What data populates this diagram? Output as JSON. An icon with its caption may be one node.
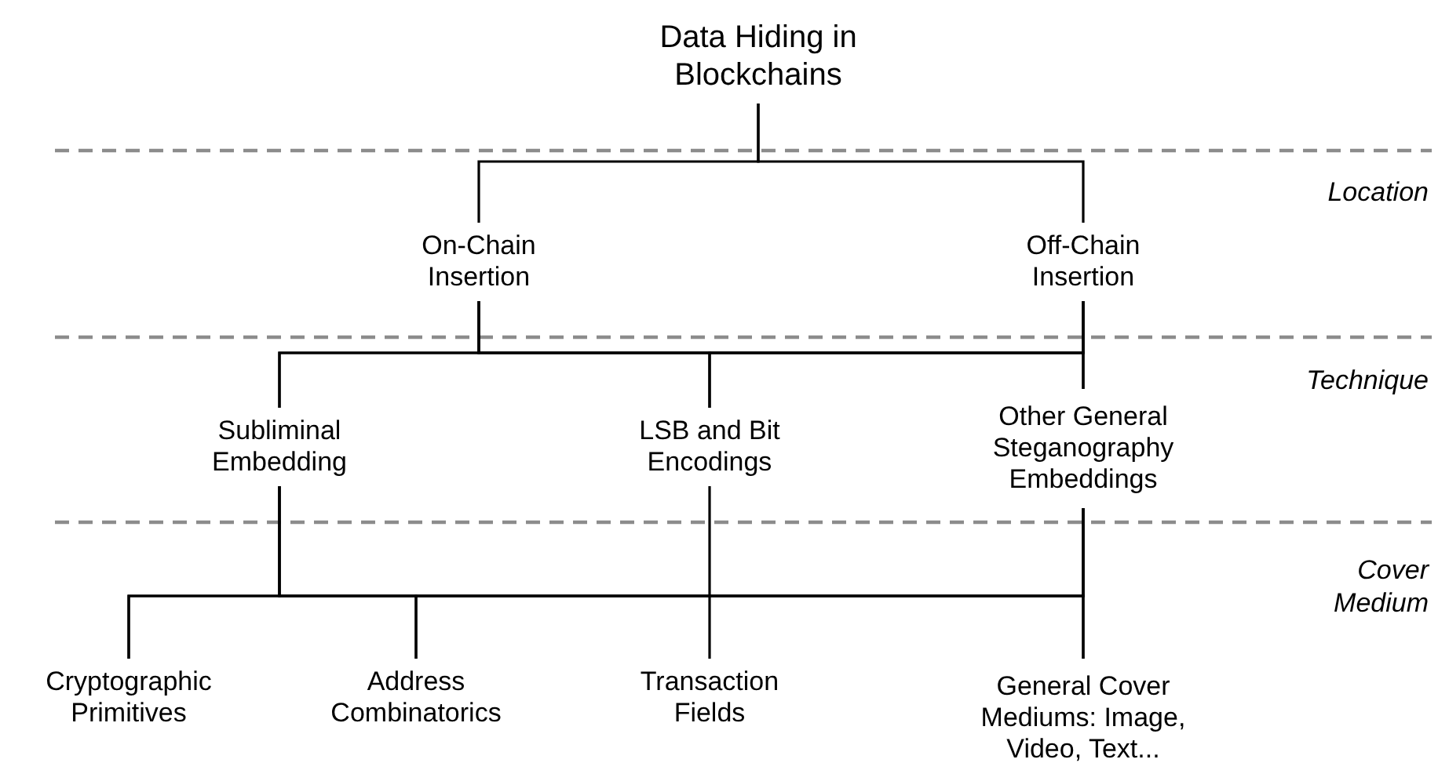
{
  "diagram": {
    "nodes": [
      {
        "text": [
          "Data Hiding in Blockchains"
        ]
      },
      {
        "text": [
          "On-Chain Insertion"
        ]
      },
      {
        "text": [
          "Off-Chain Insertion"
        ]
      },
      {
        "text": [
          "Subliminal Embedding"
        ]
      },
      {
        "text": [
          "LSB and Bit Encodings"
        ]
      },
      {
        "text": [
          "Other General Steganography Embeddings"
        ]
      },
      {
        "text": [
          "Cryptographic Primitives"
        ]
      },
      {
        "text": [
          "Address Combinatorics"
        ]
      },
      {
        "text": [
          "Transaction Fields"
        ]
      },
      {
        "text": [
          "General Cover Mediums: Image, Video, Text..."
        ]
      }
    ],
    "edges": [
      {
        "from": 0,
        "to": 1,
        "arrow": "none"
      },
      {
        "from": 0,
        "to": 2,
        "arrow": "none"
      },
      {
        "from": 1,
        "to": 3,
        "arrow": "none"
      },
      {
        "from": 1,
        "to": 4,
        "arrow": "none"
      },
      {
        "from": 1,
        "to": 5,
        "arrow": "none"
      },
      {
        "from": 2,
        "to": 3,
        "arrow": "none"
      },
      {
        "from": 2,
        "to": 4,
        "arrow": "none"
      },
      {
        "from": 2,
        "to": 5,
        "arrow": "none"
      },
      {
        "from": 3,
        "to": 6,
        "arrow": "none"
      },
      {
        "from": 3,
        "to": 7,
        "arrow": "none"
      },
      {
        "from": 3,
        "to": 9,
        "arrow": "none"
      },
      {
        "from": 5,
        "to": 6,
        "arrow": "none"
      },
      {
        "from": 5,
        "to": 7,
        "arrow": "none"
      },
      {
        "from": 5,
        "to": 9,
        "arrow": "none"
      },
      {
        "from": 4,
        "to": 8,
        "arrow": "none"
      }
    ],
    "labels": [
      "Location",
      "Technique",
      "Cover Medium"
    ]
  }
}
